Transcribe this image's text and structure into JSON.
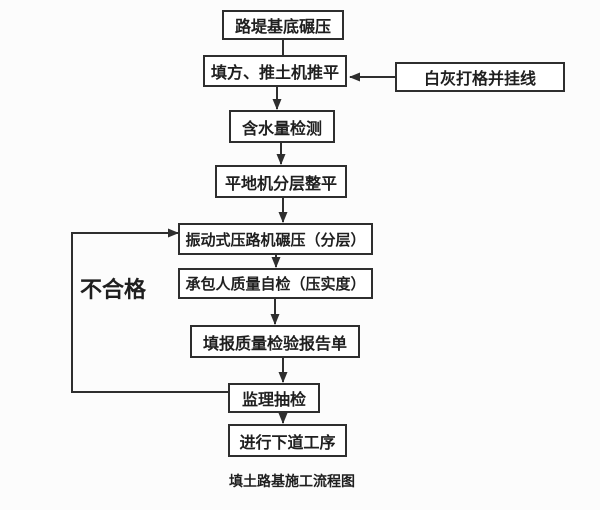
{
  "colors": {
    "background": "#fcfcfc",
    "box_fill": "#ffffff",
    "line": "#2e2e2e",
    "text": "#1f1f1f"
  },
  "flowchart": {
    "caption": "填土路基施工流程图",
    "feedback_label": "不合格",
    "nodes": [
      {
        "label": "路堤基底碾压"
      },
      {
        "label": "填方、推土机推平"
      },
      {
        "label": "白灰打格并挂线"
      },
      {
        "label": "含水量检测"
      },
      {
        "label": "平地机分层整平"
      },
      {
        "label": "振动式压路机碾压（分层）"
      },
      {
        "label": "承包人质量自检（压实度）"
      },
      {
        "label": "填报质量检验报告单"
      },
      {
        "label": "监理抽检"
      },
      {
        "label": "进行下道工序"
      }
    ]
  }
}
